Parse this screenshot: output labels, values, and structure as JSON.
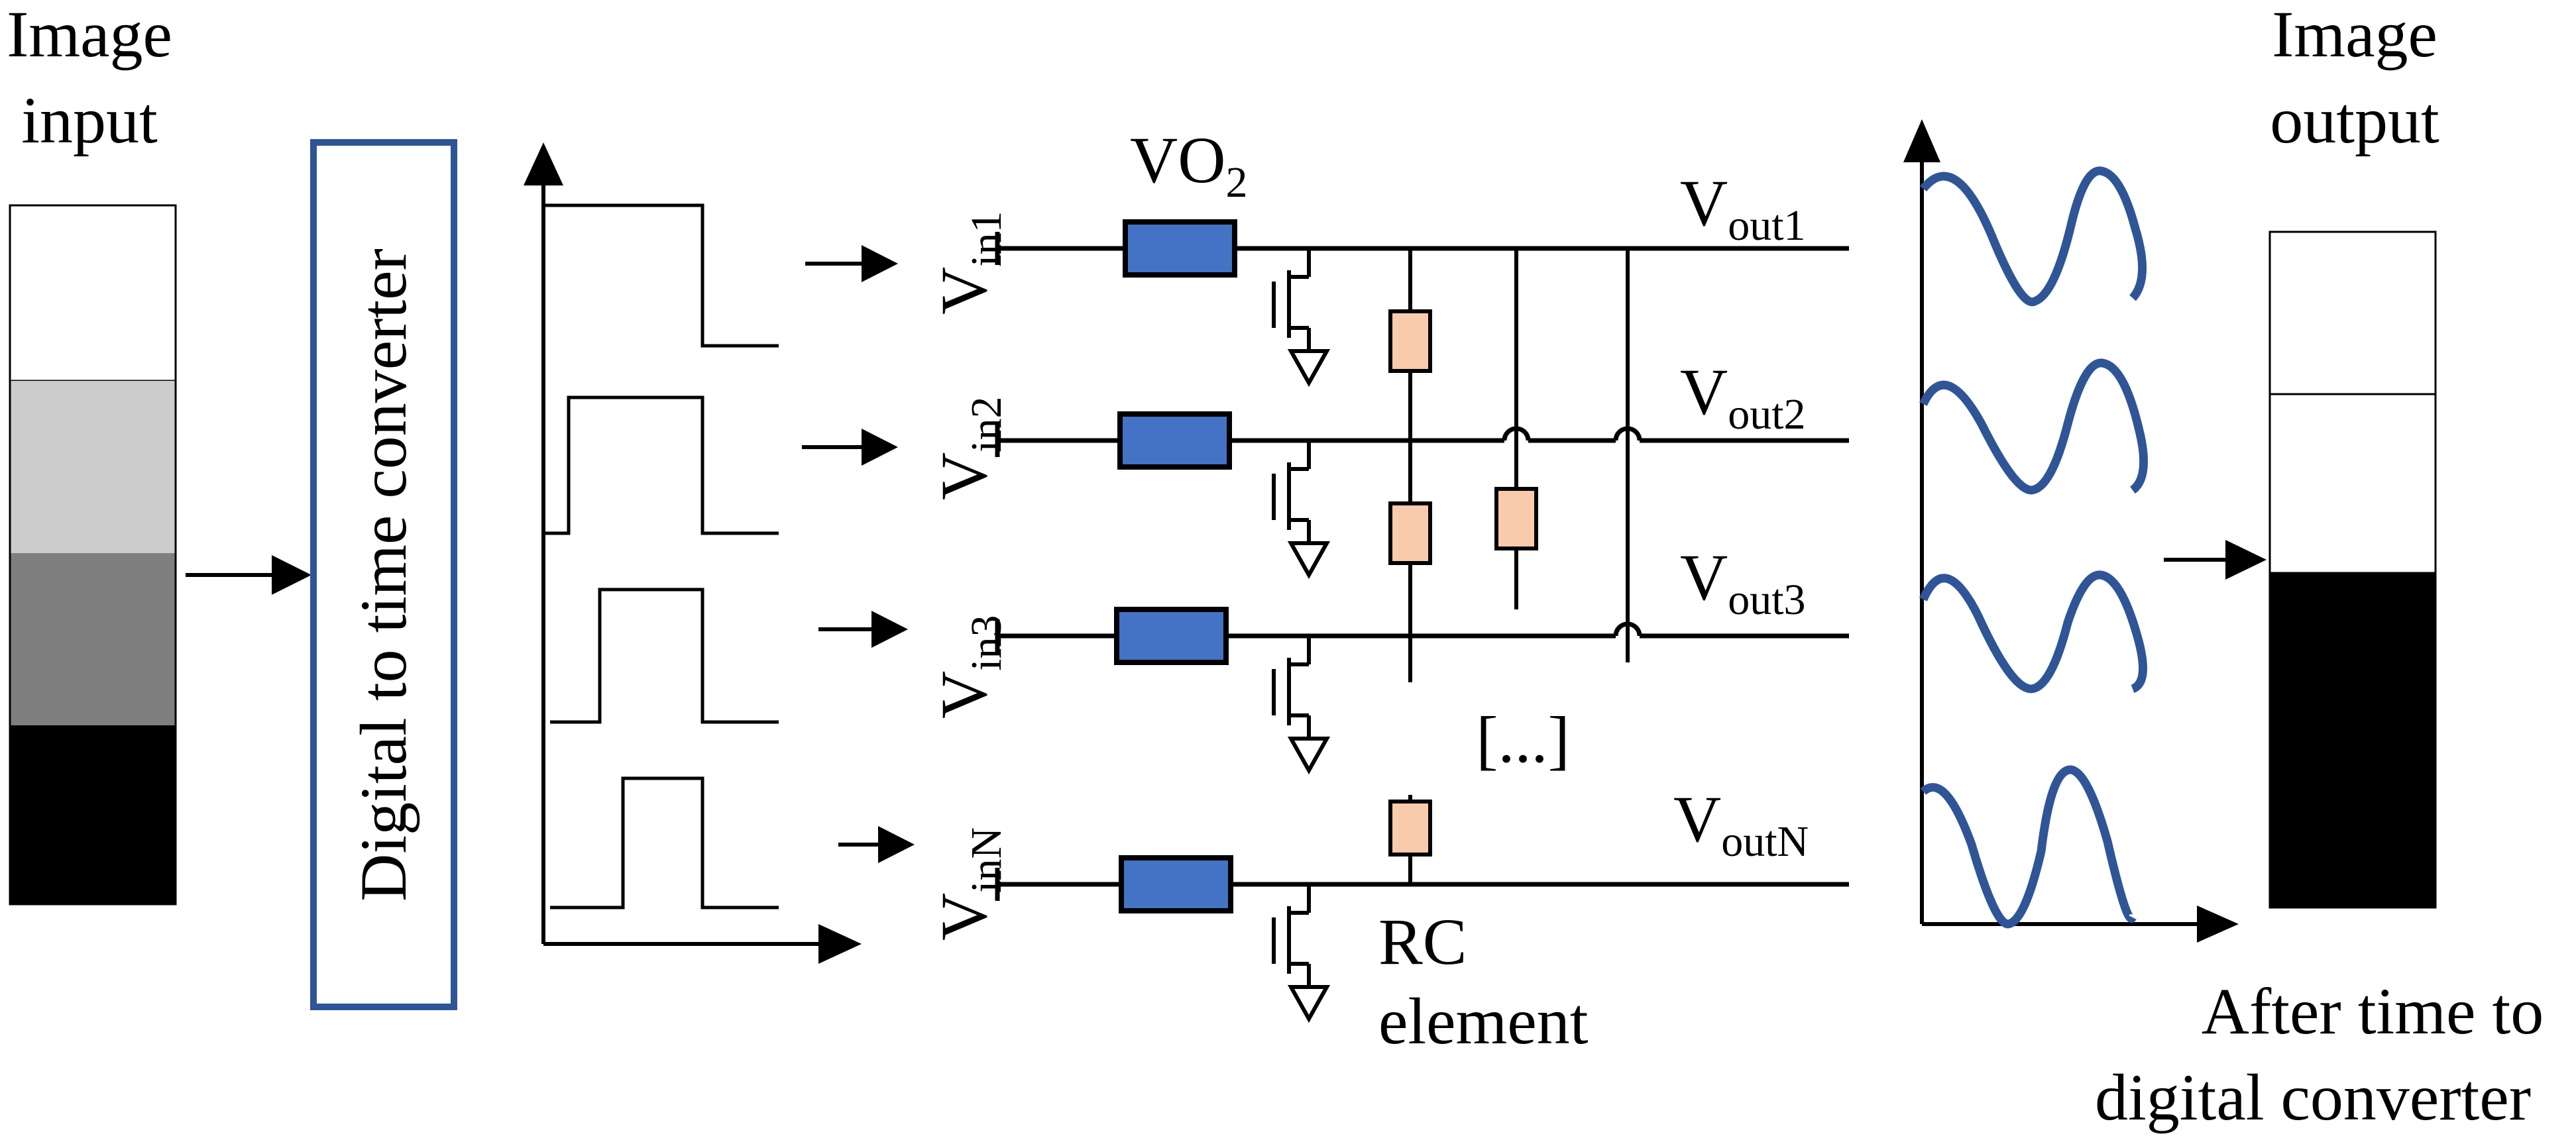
{
  "input_panel": {
    "title_line1": "Image",
    "title_line2": "input",
    "blocks": [
      "#ffffff",
      "#cccccc",
      "#7f7f7f",
      "#000000"
    ]
  },
  "converter_box": {
    "label": "Digital to time converter",
    "border_color": "#2f5597"
  },
  "circuit": {
    "vo2_main": "VO",
    "vo2_sub": "2",
    "rows": [
      {
        "in_main": "V",
        "in_sub": "in1",
        "out_main": "V",
        "out_sub": "out1"
      },
      {
        "in_main": "V",
        "in_sub": "in2",
        "out_main": "V",
        "out_sub": "out2"
      },
      {
        "in_main": "V",
        "in_sub": "in3",
        "out_main": "V",
        "out_sub": "out3"
      },
      {
        "in_main": "V",
        "in_sub": "inN",
        "out_main": "V",
        "out_sub": "outN"
      }
    ],
    "ellipsis": "[...]",
    "rc_line1": "RC",
    "rc_line2": "element",
    "vo2_color": "#4472c4",
    "rc_color": "#f8cbad",
    "wave_color": "#2f5597"
  },
  "output_panel": {
    "title_line1": "Image",
    "title_line2": "output",
    "blocks": [
      "#ffffff",
      "#ffffff",
      "#000000"
    ]
  },
  "caption": {
    "line1": "After time to",
    "line2": "digital converter"
  }
}
